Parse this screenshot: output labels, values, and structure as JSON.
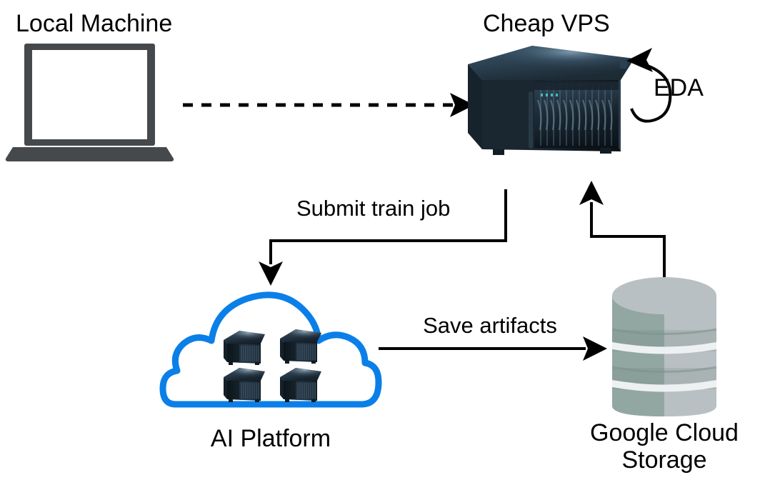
{
  "diagram": {
    "title_nodes": {
      "local_machine": "Local Machine",
      "cheap_vps": "Cheap VPS",
      "ai_platform": "AI Platform",
      "gcs_line1": "Google Cloud",
      "gcs_line2": "Storage"
    },
    "edge_labels": {
      "eda": "EDA",
      "submit_train_job": "Submit train job",
      "save_artifacts": "Save artifacts"
    },
    "icons": {
      "laptop": "laptop-icon",
      "server_rack": "server-rack-icon",
      "cloud": "cloud-icon",
      "database_cylinder": "database-cylinder-icon",
      "mini_server_1": "mini-server-icon",
      "mini_server_2": "mini-server-icon",
      "mini_server_3": "mini-server-icon",
      "mini_server_4": "mini-server-icon"
    },
    "colors": {
      "background": "#ffffff",
      "text": "#000000",
      "connector": "#000000",
      "cloud_outline": "#0b7fe8",
      "laptop_body": "#46494b",
      "laptop_screen": "#ffffff",
      "server_top": "#2c3d4a",
      "server_front": "#101a22",
      "server_side": "#18252e",
      "storage_light": "#b9c0c3",
      "storage_dark": "#93a7a2",
      "storage_band": "#eef1f1"
    },
    "connectors": [
      {
        "name": "local-machine-to-vps",
        "style": "dashed",
        "from": "local_machine",
        "to": "cheap_vps",
        "label": ""
      },
      {
        "name": "vps-self-loop",
        "style": "curved-loop",
        "from": "cheap_vps",
        "to": "cheap_vps",
        "label": "EDA"
      },
      {
        "name": "vps-to-ai-platform",
        "style": "orthogonal",
        "from": "cheap_vps",
        "to": "ai_platform",
        "label": "Submit train job"
      },
      {
        "name": "ai-platform-to-gcs",
        "style": "straight",
        "from": "ai_platform",
        "to": "google_cloud_storage",
        "label": "Save artifacts"
      },
      {
        "name": "gcs-to-vps",
        "style": "orthogonal",
        "from": "google_cloud_storage",
        "to": "cheap_vps",
        "label": ""
      }
    ]
  }
}
